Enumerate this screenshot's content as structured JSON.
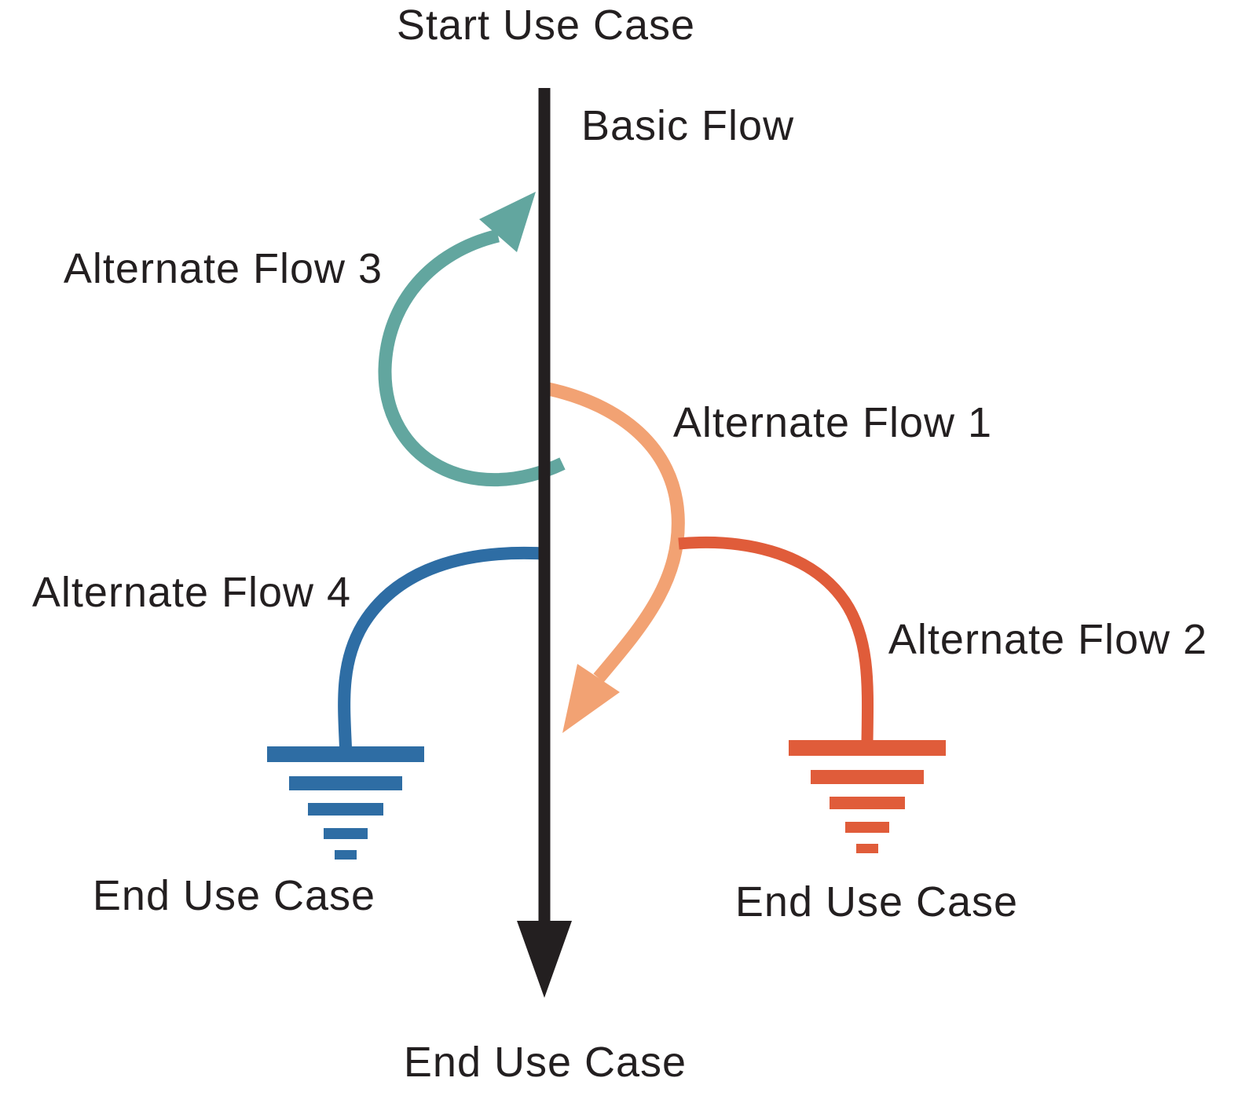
{
  "labels": {
    "start_use_case": "Start Use Case",
    "basic_flow": "Basic Flow",
    "alternate_flow_1": "Alternate Flow 1",
    "alternate_flow_2": "Alternate Flow 2",
    "alternate_flow_3": "Alternate Flow 3",
    "alternate_flow_4": "Alternate Flow 4",
    "end_use_case_left": "End Use Case",
    "end_use_case_right": "End Use Case",
    "end_use_case_bottom": "End Use Case"
  },
  "colors": {
    "basic": "#231f20",
    "alt1": "#f2a273",
    "alt2": "#e05c3a",
    "alt3": "#62a69f",
    "alt4": "#2e6da4",
    "text": "#231f20"
  }
}
